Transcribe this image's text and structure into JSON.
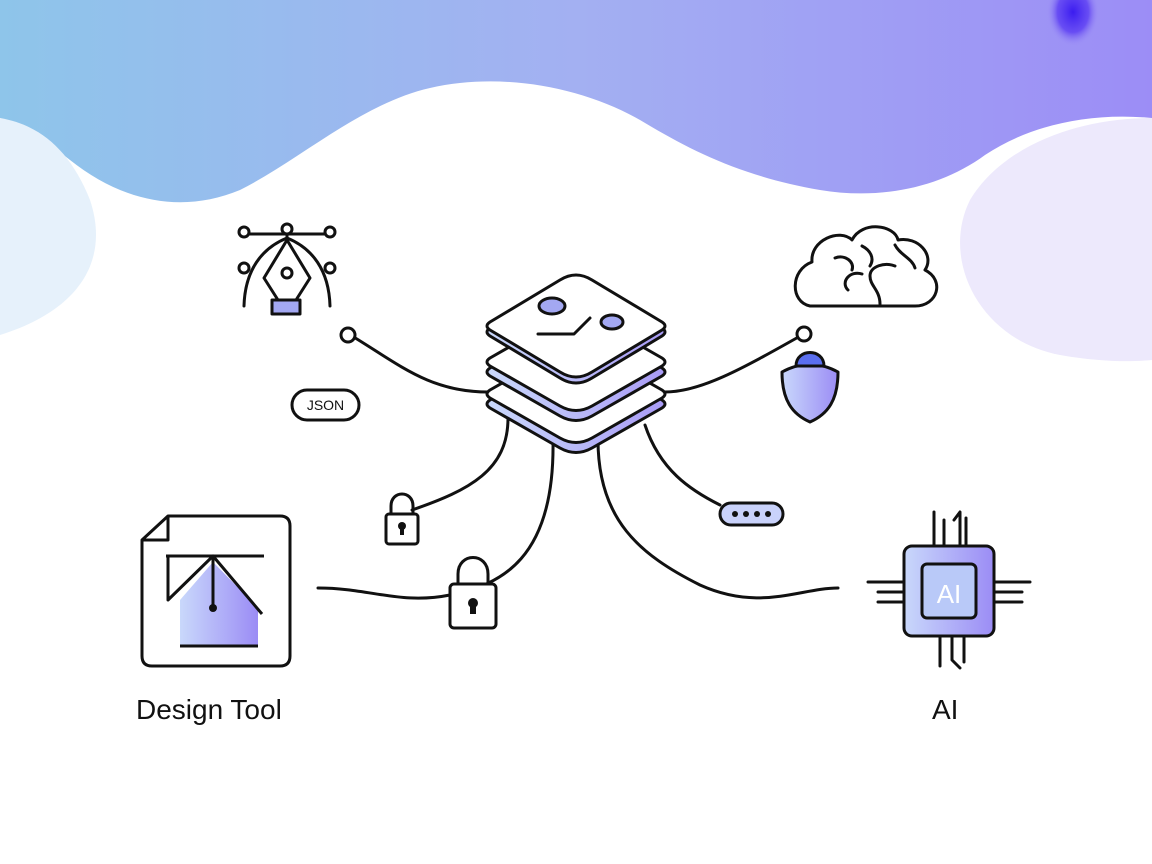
{
  "labels": {
    "design_tool": "Design Tool",
    "ai": "AI",
    "json_badge": "JSON",
    "chip_text": "AI"
  },
  "colors": {
    "gradient_start": "#8ec5ea",
    "gradient_mid": "#a3a8f2",
    "gradient_end": "#9b8cf5",
    "accent_blue": "#5b6ff0",
    "icon_fill_light": "#c9d7fb",
    "icon_fill_purple": "#a99bf6",
    "stroke": "#111111"
  },
  "icons": [
    "pen-tool-icon",
    "brain-icon",
    "server-stack-icon",
    "shield-icon",
    "lock-icon",
    "password-field-icon",
    "design-document-icon",
    "ai-chip-icon",
    "json-badge"
  ]
}
